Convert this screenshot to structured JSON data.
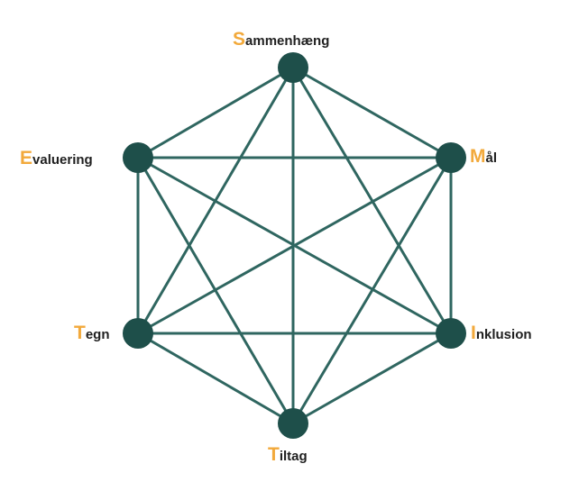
{
  "diagram": {
    "colors": {
      "node": "#1e4f4a",
      "edge": "#2f6660",
      "initial": "#f2a93b",
      "text": "#1f1f1f"
    },
    "nodes": [
      {
        "id": "sammenhaeng",
        "initial": "S",
        "rest": "ammenhæng"
      },
      {
        "id": "maal",
        "initial": "M",
        "rest": "ål"
      },
      {
        "id": "inklusion",
        "initial": "I",
        "rest": "nklusion"
      },
      {
        "id": "tiltag",
        "initial": "T",
        "rest": "iltag"
      },
      {
        "id": "tegn",
        "initial": "T",
        "rest": "egn"
      },
      {
        "id": "evaluering",
        "initial": "E",
        "rest": "valuering"
      }
    ],
    "edges": "all-pairs"
  }
}
